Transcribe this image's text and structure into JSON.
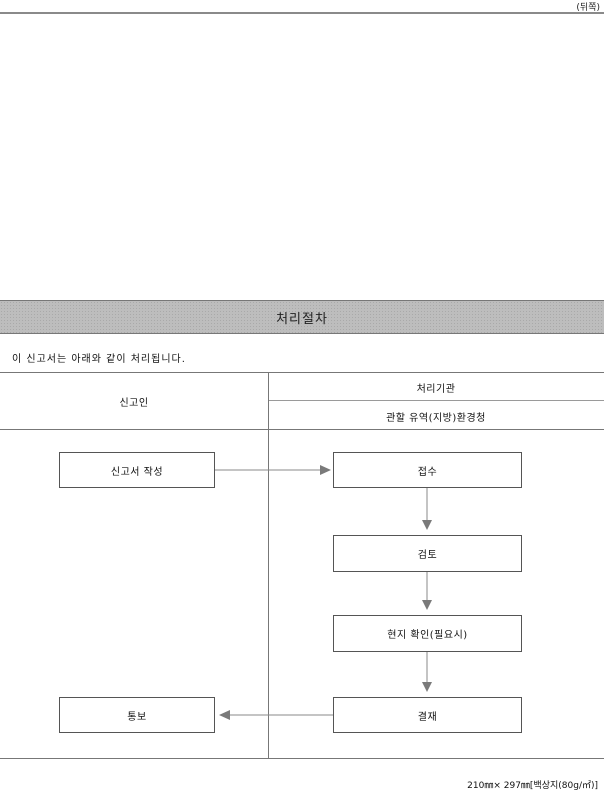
{
  "page": {
    "back_label": "(뒤쪽)",
    "footer": "210㎜× 297㎜[백상지(80g/㎡)]"
  },
  "procedure": {
    "title": "처리절차",
    "intro": "이 신고서는 아래와 같이 처리됩니다.",
    "header": {
      "applicant": "신고인",
      "agency": "처리기관",
      "agency_detail": "관할 유역(지방)환경청"
    },
    "steps": {
      "write": "신고서 작성",
      "receive": "접수",
      "review": "검토",
      "site_check": "현지 확인(필요시)",
      "approve": "결재",
      "notify": "통보"
    },
    "colors": {
      "bar_bg": "#bdbdbd",
      "arrow": "#7a7a7a",
      "line": "#777777"
    }
  }
}
